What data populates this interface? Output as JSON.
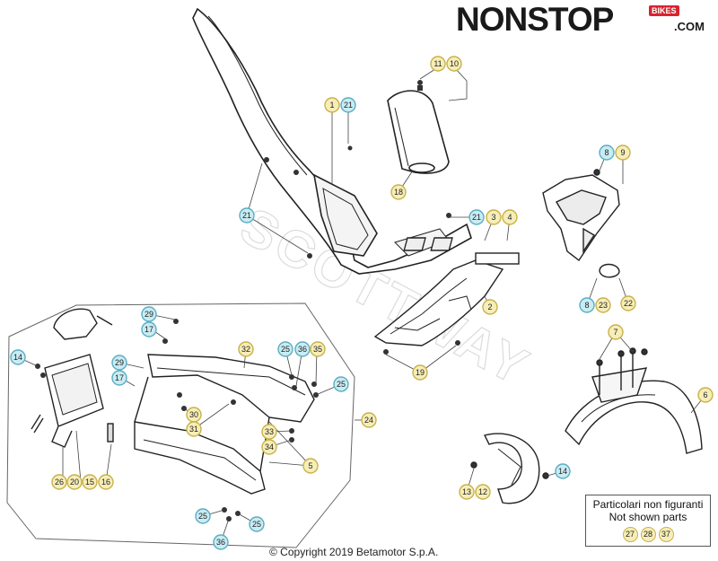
{
  "brand": {
    "name": "NONSTOP",
    "badge": "BIKES",
    "suffix": ".COM"
  },
  "copyright": "© Copyright 2019 Betamotor S.p.A.",
  "legend": {
    "title_it": "Particolari non figuranti",
    "title_en": "Not shown parts",
    "parts": [
      "27",
      "28",
      "37"
    ]
  },
  "watermark": "SCOTTWAY",
  "colors": {
    "yellow_callout": "#f6eeb8",
    "blue_callout": "#c9ecf3",
    "line": "#333333"
  },
  "callouts": [
    {
      "id": "c11",
      "label": "11",
      "type": "yellow"
    },
    {
      "id": "c10",
      "label": "10",
      "type": "yellow"
    },
    {
      "id": "c1",
      "label": "1",
      "type": "yellow"
    },
    {
      "id": "c21a",
      "label": "21",
      "type": "blue"
    },
    {
      "id": "c18",
      "label": "18",
      "type": "yellow"
    },
    {
      "id": "c21b",
      "label": "21",
      "type": "blue"
    },
    {
      "id": "c21c",
      "label": "21",
      "type": "blue"
    },
    {
      "id": "c3",
      "label": "3",
      "type": "yellow"
    },
    {
      "id": "c4",
      "label": "4",
      "type": "yellow"
    },
    {
      "id": "c2",
      "label": "2",
      "type": "yellow"
    },
    {
      "id": "c19",
      "label": "19",
      "type": "yellow"
    },
    {
      "id": "c8a",
      "label": "8",
      "type": "blue"
    },
    {
      "id": "c9",
      "label": "9",
      "type": "yellow"
    },
    {
      "id": "c8b",
      "label": "8",
      "type": "blue"
    },
    {
      "id": "c23",
      "label": "23",
      "type": "yellow"
    },
    {
      "id": "c22",
      "label": "22",
      "type": "yellow"
    },
    {
      "id": "c7",
      "label": "7",
      "type": "yellow"
    },
    {
      "id": "c6",
      "label": "6",
      "type": "yellow"
    },
    {
      "id": "c14a",
      "label": "14",
      "type": "blue"
    },
    {
      "id": "c13",
      "label": "13",
      "type": "yellow"
    },
    {
      "id": "c12",
      "label": "12",
      "type": "yellow"
    },
    {
      "id": "c29a",
      "label": "29",
      "type": "blue"
    },
    {
      "id": "c17a",
      "label": "17",
      "type": "blue"
    },
    {
      "id": "c14b",
      "label": "14",
      "type": "blue"
    },
    {
      "id": "c29b",
      "label": "29",
      "type": "blue"
    },
    {
      "id": "c17b",
      "label": "17",
      "type": "blue"
    },
    {
      "id": "c32",
      "label": "32",
      "type": "yellow"
    },
    {
      "id": "c25a",
      "label": "25",
      "type": "blue"
    },
    {
      "id": "c36a",
      "label": "36",
      "type": "blue"
    },
    {
      "id": "c35",
      "label": "35",
      "type": "yellow"
    },
    {
      "id": "c25b",
      "label": "25",
      "type": "blue"
    },
    {
      "id": "c24",
      "label": "24",
      "type": "yellow"
    },
    {
      "id": "c30",
      "label": "30",
      "type": "yellow"
    },
    {
      "id": "c31",
      "label": "31",
      "type": "yellow"
    },
    {
      "id": "c33",
      "label": "33",
      "type": "yellow"
    },
    {
      "id": "c34",
      "label": "34",
      "type": "yellow"
    },
    {
      "id": "c5",
      "label": "5",
      "type": "yellow"
    },
    {
      "id": "c26",
      "label": "26",
      "type": "yellow"
    },
    {
      "id": "c20",
      "label": "20",
      "type": "yellow"
    },
    {
      "id": "c15",
      "label": "15",
      "type": "yellow"
    },
    {
      "id": "c16",
      "label": "16",
      "type": "yellow"
    },
    {
      "id": "c25c",
      "label": "25",
      "type": "blue"
    },
    {
      "id": "c25d",
      "label": "25",
      "type": "blue"
    },
    {
      "id": "c36b",
      "label": "36",
      "type": "blue"
    }
  ]
}
